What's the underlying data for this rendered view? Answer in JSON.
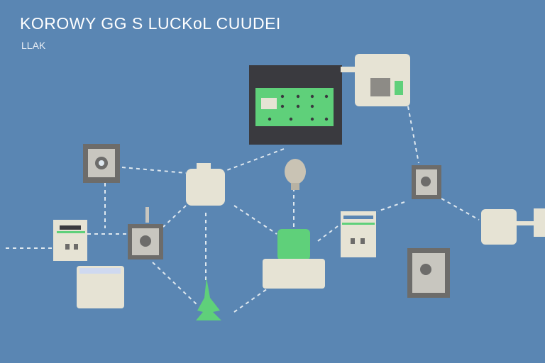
{
  "header": {
    "title": "KOROWY GG S LUCKoL CUUDEI",
    "subtitle": "LLAK"
  },
  "colors": {
    "background": "#5a86b3",
    "device_body": "#e6e3d4",
    "device_frame": "#6d6c6a",
    "monitor_frame": "#3a3a3f",
    "accent_green": "#5fd07a",
    "connector": "#dfe8ef"
  },
  "nodes": [
    {
      "name": "monitor-panel",
      "icon": "monitor-icon"
    },
    {
      "name": "router-box-top-right",
      "icon": "router-icon"
    },
    {
      "name": "lock-panel-left",
      "icon": "lock-icon"
    },
    {
      "name": "hub-center-left",
      "icon": "hub-icon"
    },
    {
      "name": "sensor-bulb",
      "icon": "sensor-icon"
    },
    {
      "name": "lock-panel-right",
      "icon": "lock-icon"
    },
    {
      "name": "hub-far-right",
      "icon": "hub-icon"
    },
    {
      "name": "switch-left",
      "icon": "switch-icon"
    },
    {
      "name": "lock-panel-middle",
      "icon": "lock-icon"
    },
    {
      "name": "storage-block-left",
      "icon": "storage-icon"
    },
    {
      "name": "green-hub-center",
      "icon": "hub-icon"
    },
    {
      "name": "switch-center-right",
      "icon": "switch-icon"
    },
    {
      "name": "lock-panel-bottom-right",
      "icon": "lock-icon"
    },
    {
      "name": "tree-marker",
      "icon": "tree-icon"
    }
  ]
}
